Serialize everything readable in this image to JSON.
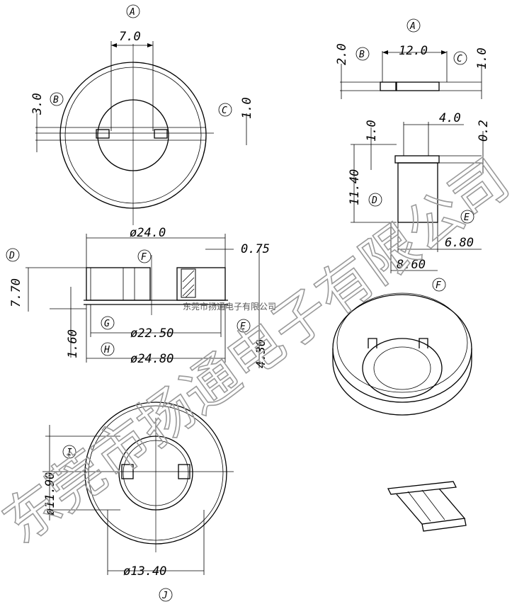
{
  "dimensions": {
    "top_width": "7.0",
    "slot_depth_left": "3.0",
    "slot_depth_right": "1.0",
    "side_top_h": "2.0",
    "side_top_w": "12.0",
    "side_top_r": "1.0",
    "side_w": "4.0",
    "side_lip": "0.2",
    "side_flange": "1.0",
    "side_h": "11.40",
    "side_d1": "6.80",
    "side_d2": "8.60",
    "sec_outer": "ø24.0",
    "sec_wall": "0.75",
    "sec_height": "7.70",
    "sec_inner": "ø22.50",
    "sec_base": "1.60",
    "sec_total": "4.30",
    "sec_flange": "ø24.80",
    "bot_inner": "ø11.90",
    "bot_hole": "ø13.40"
  },
  "labels": {
    "A1": "A",
    "A2": "A",
    "B1": "B",
    "B2": "B",
    "C1": "C",
    "C2": "C",
    "D1": "D",
    "D2": "D",
    "E1": "E",
    "E2": "E",
    "F1": "F",
    "F2": "F",
    "G": "G",
    "H": "H",
    "I": "I",
    "J": "J"
  },
  "company_small": "东莞市扬通电子有限公司",
  "watermark": "东莞市扬通电子有限公司"
}
